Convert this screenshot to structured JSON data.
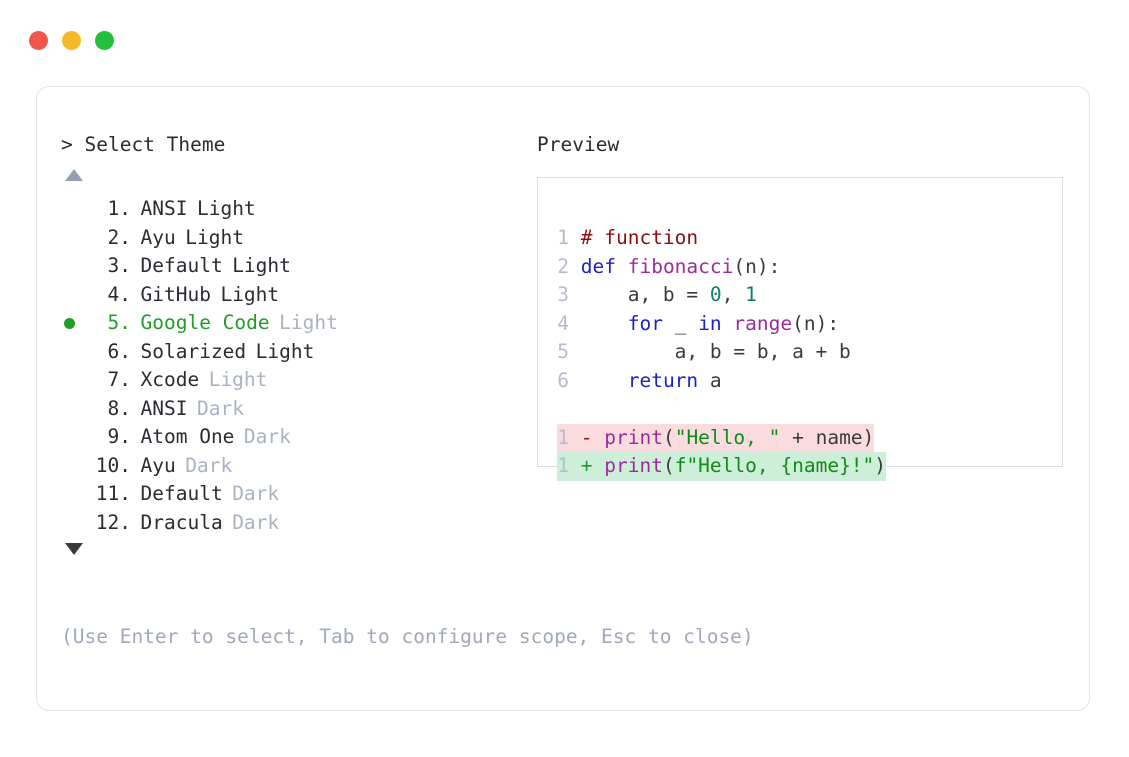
{
  "window": {
    "controls": [
      {
        "name": "close",
        "color": "#f0554e"
      },
      {
        "name": "minimize",
        "color": "#f6b82b"
      },
      {
        "name": "maximize",
        "color": "#22c03c"
      }
    ]
  },
  "picker": {
    "prompt": "> Select Theme",
    "scroll_up_indicator": "▲",
    "scroll_down_indicator": "▼",
    "selected_index": 5,
    "selection_bullet": "●",
    "selection_color": "#1f9d28",
    "items": [
      {
        "index": " 1.",
        "name": "ANSI",
        "variant": "Light",
        "variant_dim": false,
        "selected": false
      },
      {
        "index": " 2.",
        "name": "Ayu",
        "variant": "Light",
        "variant_dim": false,
        "selected": false
      },
      {
        "index": " 3.",
        "name": "Default",
        "variant": "Light",
        "variant_dim": false,
        "selected": false
      },
      {
        "index": " 4.",
        "name": "GitHub",
        "variant": "Light",
        "variant_dim": false,
        "selected": false
      },
      {
        "index": " 5.",
        "name": "Google Code",
        "variant": "Light",
        "variant_dim": true,
        "selected": true
      },
      {
        "index": " 6.",
        "name": "Solarized",
        "variant": "Light",
        "variant_dim": false,
        "selected": false
      },
      {
        "index": " 7.",
        "name": "Xcode",
        "variant": "Light",
        "variant_dim": true,
        "selected": false
      },
      {
        "index": " 8.",
        "name": "ANSI",
        "variant": "Dark",
        "variant_dim": true,
        "selected": false
      },
      {
        "index": " 9.",
        "name": "Atom One",
        "variant": "Dark",
        "variant_dim": true,
        "selected": false
      },
      {
        "index": "10.",
        "name": "Ayu",
        "variant": "Dark",
        "variant_dim": true,
        "selected": false
      },
      {
        "index": "11.",
        "name": "Default",
        "variant": "Dark",
        "variant_dim": true,
        "selected": false
      },
      {
        "index": "12.",
        "name": "Dracula",
        "variant": "Dark",
        "variant_dim": true,
        "selected": false
      }
    ],
    "hint": "(Use Enter to select, Tab to configure scope, Esc to close)"
  },
  "preview": {
    "title": "Preview",
    "code_lines": [
      {
        "num": "1",
        "tokens": [
          {
            "t": "# function",
            "c": "comment"
          }
        ]
      },
      {
        "num": "2",
        "tokens": [
          {
            "t": "def ",
            "c": "keyword"
          },
          {
            "t": "fibonacci",
            "c": "func"
          },
          {
            "t": "(n):",
            "c": "plain"
          }
        ]
      },
      {
        "num": "3",
        "tokens": [
          {
            "t": "    a, b = ",
            "c": "plain"
          },
          {
            "t": "0",
            "c": "num"
          },
          {
            "t": ", ",
            "c": "plain"
          },
          {
            "t": "1",
            "c": "num"
          }
        ]
      },
      {
        "num": "4",
        "tokens": [
          {
            "t": "    ",
            "c": "plain"
          },
          {
            "t": "for",
            "c": "keyword"
          },
          {
            "t": " _ ",
            "c": "plain"
          },
          {
            "t": "in",
            "c": "keyword"
          },
          {
            "t": " ",
            "c": "plain"
          },
          {
            "t": "range",
            "c": "func"
          },
          {
            "t": "(n):",
            "c": "plain"
          }
        ]
      },
      {
        "num": "5",
        "tokens": [
          {
            "t": "        a, b = b, a + b",
            "c": "plain"
          }
        ]
      },
      {
        "num": "6",
        "tokens": [
          {
            "t": "    ",
            "c": "plain"
          },
          {
            "t": "return",
            "c": "keyword"
          },
          {
            "t": " a",
            "c": "plain"
          }
        ]
      }
    ],
    "diff": {
      "removed": {
        "num": "1",
        "marker": "-",
        "bg": "#fadcdf",
        "tokens": [
          {
            "t": "print",
            "c": "func"
          },
          {
            "t": "(",
            "c": "plain"
          },
          {
            "t": "\"Hello, \"",
            "c": "string"
          },
          {
            "t": " + name)",
            "c": "plain"
          }
        ]
      },
      "added": {
        "num": "1",
        "marker": "+",
        "bg": "#cdeed8",
        "tokens": [
          {
            "t": "print",
            "c": "func"
          },
          {
            "t": "(",
            "c": "plain"
          },
          {
            "t": "f\"Hello, {name}!\"",
            "c": "string"
          },
          {
            "t": ")",
            "c": "plain"
          }
        ]
      }
    },
    "syntax_colors": {
      "comment": "#8b0f0f",
      "keyword": "#1c24c4",
      "function": "#9b2d9b",
      "number": "#0e7c6b",
      "string": "#128a18",
      "plain": "#3a3a42",
      "line_number": "#b6bccb"
    }
  }
}
